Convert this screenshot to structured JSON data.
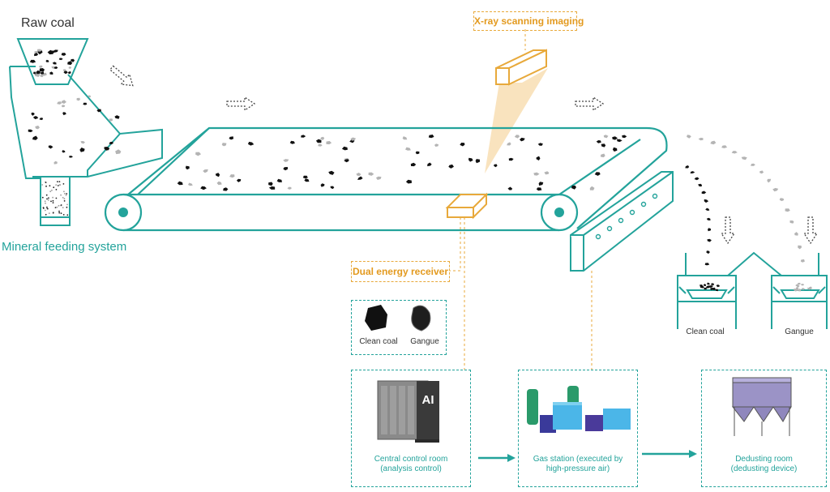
{
  "labels": {
    "raw_coal": "Raw coal",
    "mineral_feeding": "Mineral feeding system",
    "xray": "X-ray scanning imaging",
    "dual_energy": "Dual energy receiver",
    "bin_clean_coal": "Clean coal",
    "bin_gangue": "Gangue",
    "legend_clean_coal": "Clean coal",
    "legend_gangue": "Gangue"
  },
  "panels": [
    {
      "line1": "Central control room",
      "line2": "(analysis control)",
      "badge": "AI"
    },
    {
      "line1": "Gas station (executed by",
      "line2": "high-pressure air)"
    },
    {
      "line1": "Dedusting room",
      "line2": "(dedusting device)"
    }
  ],
  "colors": {
    "teal": "#23a39b",
    "orange": "#e8a93b",
    "coal": "#111111",
    "gangue": "#b4b4b4"
  }
}
